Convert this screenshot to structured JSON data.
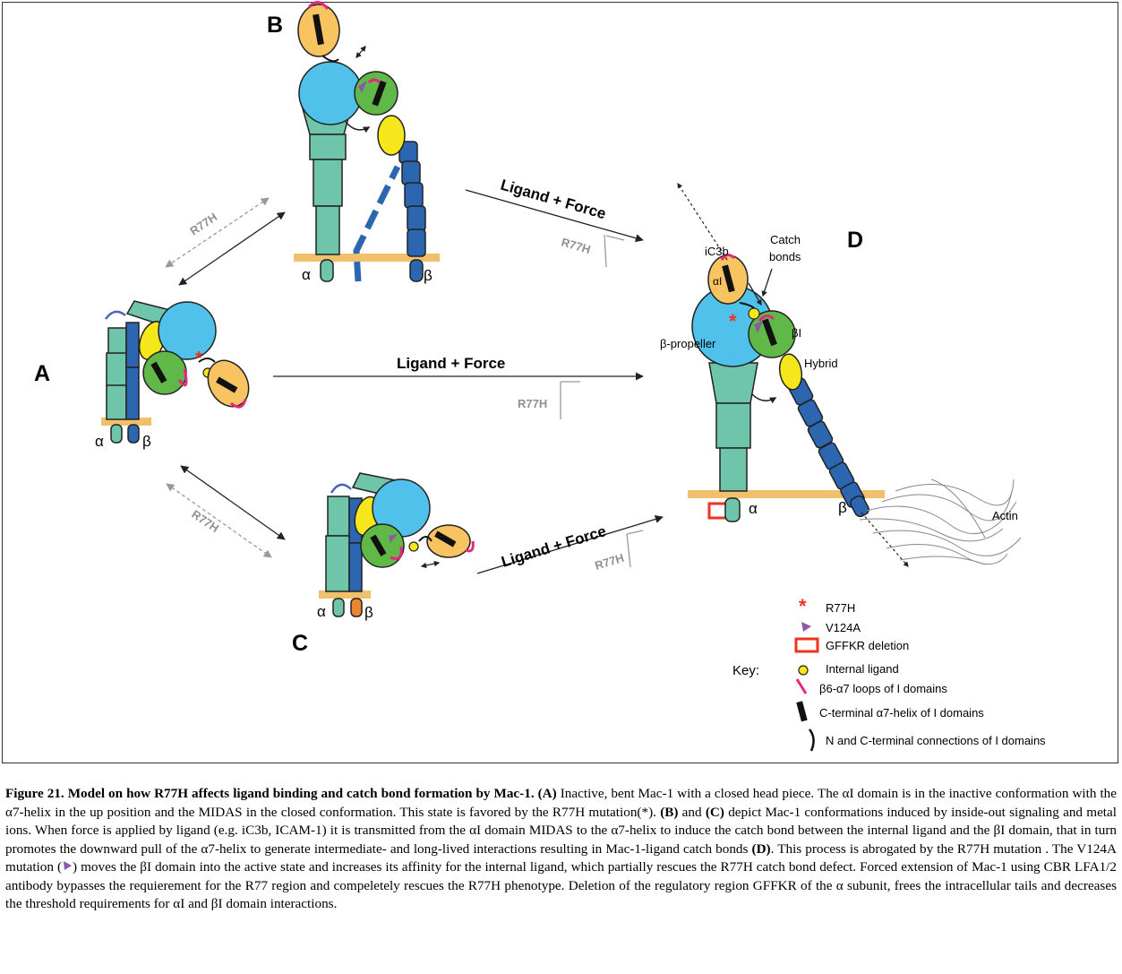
{
  "panels": {
    "a": "A",
    "b": "B",
    "c": "C",
    "d": "D"
  },
  "subunits": {
    "alpha": "α",
    "beta": "β"
  },
  "arrows": {
    "ligand_force": "Ligand + Force",
    "mutation": "R77H"
  },
  "d_labels": {
    "ic3b": "iC3b",
    "catch_bonds": "Catch\nbonds",
    "alpha_i": "αI",
    "beta_i": "βI",
    "beta_propeller": "β-propeller",
    "hybrid": "Hybrid",
    "actin": "Actin"
  },
  "key": {
    "title": "Key:",
    "items": [
      {
        "symbol": "red-asterisk",
        "label": "R77H"
      },
      {
        "symbol": "purple-flag",
        "label": "V124A"
      },
      {
        "symbol": "red-rectangle",
        "label": "GFFKR deletion"
      },
      {
        "symbol": "yellow-circle",
        "label": "Internal ligand"
      },
      {
        "symbol": "magenta-loop",
        "label": "β6-α7 loops of I domains"
      },
      {
        "symbol": "black-helix",
        "label": "C-terminal α7-helix of I domains"
      },
      {
        "symbol": "black-connector",
        "label": "N and C-terminal connections of I domains"
      }
    ]
  },
  "colors": {
    "teal": "#6fc5a9",
    "blue": "#2d66b0",
    "light_blue": "#4fc1ea",
    "green": "#5fb847",
    "yellow": "#f5e71b",
    "orange": "#f7c461",
    "magenta": "#e5287f",
    "membrane": "#f0c06a",
    "grey": "#909090"
  },
  "caption": {
    "figure_label": "Figure 21. Model on how  R77H affects ligand binding and catch bond formation by Mac-1.",
    "a_label": "(A)",
    "part1": " Inactive, bent Mac-1 with a closed head piece. The αI domain is in the inactive conformation with the α7-helix in the up position and the MIDAS in the closed conformation. This state is favored by the R77H mutation(*). ",
    "b_label": "(B)",
    "and_text": " and ",
    "c_label": "(C)",
    "part2": "  depict Mac-1 conformations induced by inside-out signaling and metal ions. When  force is applied  by ligand (e.g. iC3b, ICAM-1) it is transmitted from the αI domain MIDAS to the α7-helix  to induce the catch bond between the internal ligand and the βI domain, that in turn promotes the downward pull of the α7-helix to generate intermediate- and long-lived interactions resulting in Mac-1-ligand catch bonds ",
    "d_label": "(D)",
    "part3": ". This process is abrogated by the R77H mutation . The V124A mutation (",
    "part4": ") moves the βI domain into the active state and increases its affinity for the internal ligand, which partially rescues the R77H catch bond defect. Forced extension of Mac-1 using CBR LFA1/2 antibody bypasses the requierement for the R77 region and compeletely rescues the R77H phenotype. Deletion of the regulatory region GFFKR of the α subunit, frees the intracellular tails and decreases the threshold requirements for αI and βI domain interactions."
  }
}
